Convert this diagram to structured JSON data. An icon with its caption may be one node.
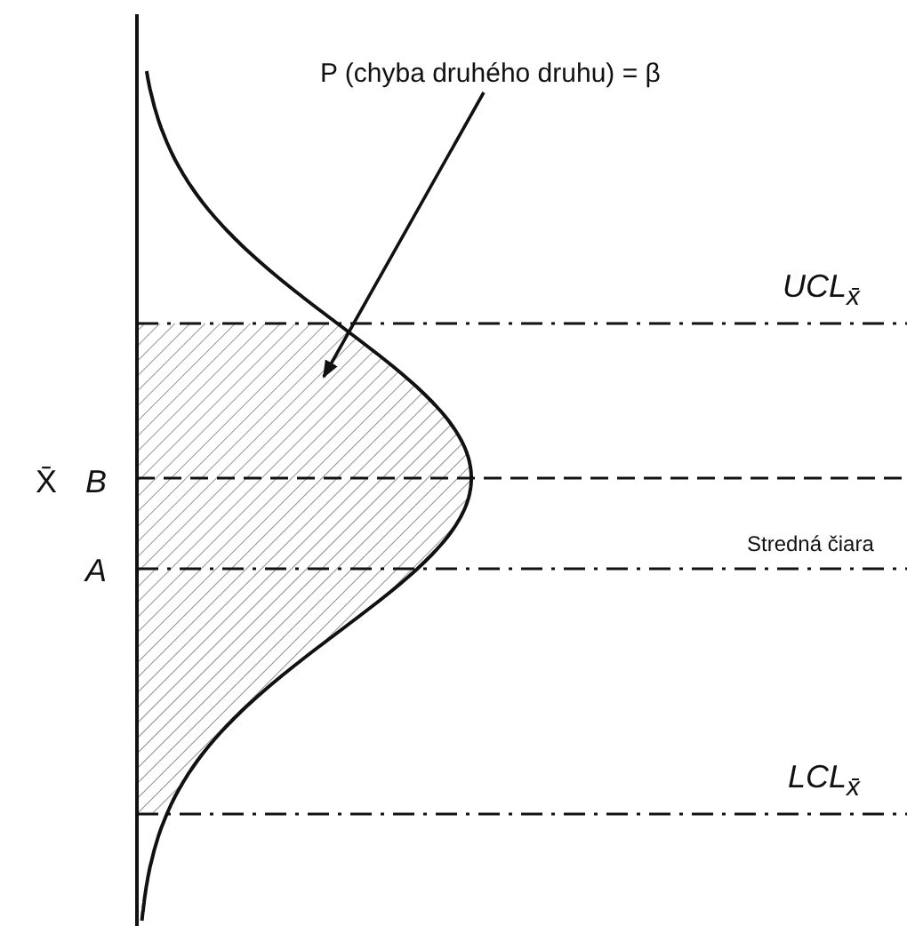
{
  "diagram": {
    "nodes": [
      {
        "text": [
          "P (chyba druhého druhu) = β"
        ]
      },
      {
        "text": [],
        "shape": "area"
      }
    ],
    "edges": [
      {
        "from": 0,
        "to": 1,
        "arrow": "to"
      }
    ],
    "labels": [
      "UCL$_{x̄}$",
      "X̄",
      "B",
      "Stredná čiara",
      "A",
      "LCL$_{x̄}$"
    ]
  }
}
